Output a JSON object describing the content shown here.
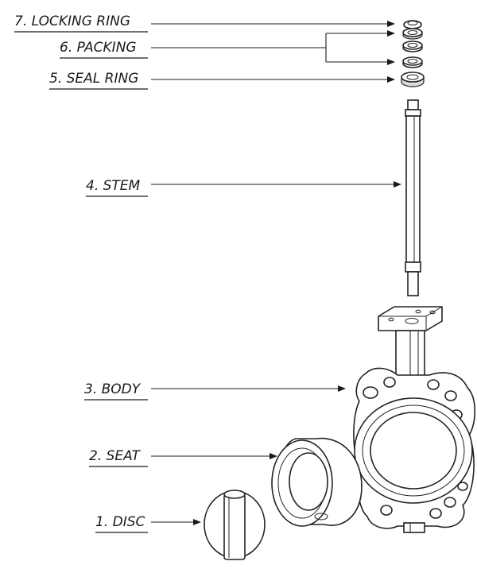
{
  "labels": {
    "locking_ring": "7. LOCKING RING",
    "packing": "6. PACKING",
    "seal_ring": "5. SEAL RING",
    "stem": "4. STEM",
    "body": "3. BODY",
    "seat": "2. SEAT",
    "disc": "1. DISC"
  }
}
